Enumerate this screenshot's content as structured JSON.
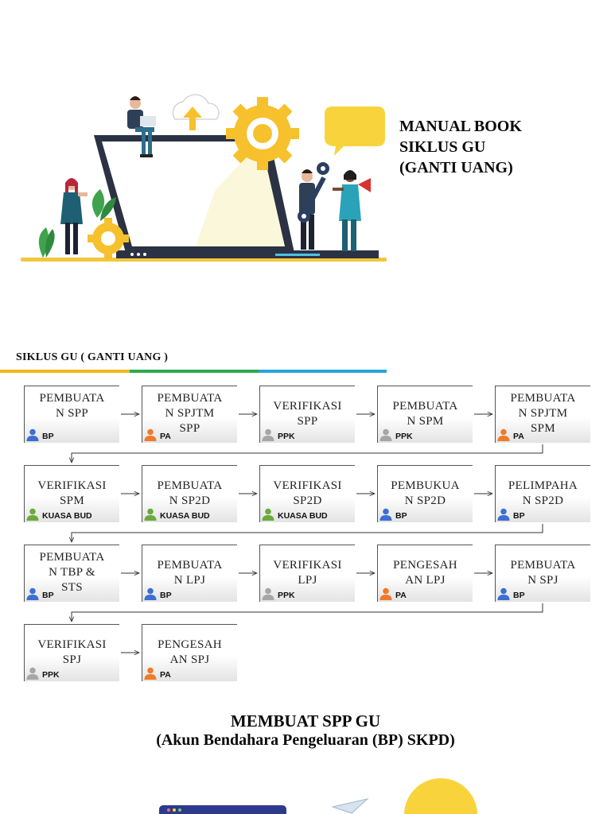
{
  "doc": {
    "title_lines": [
      "MANUAL BOOK",
      "SIKLUS GU",
      "(GANTI UANG)"
    ]
  },
  "section": {
    "title": "SIKLUS GU ( GANTI UANG )"
  },
  "steps": [
    {
      "label": "PEMBUATA\nN SPP",
      "role": "BP",
      "role_color": "#3d6fd1"
    },
    {
      "label": "PEMBUATA\nN SPJTM\nSPP",
      "role": "PA",
      "role_color": "#ee7b2c"
    },
    {
      "label": "VERIFIKASI\nSPP",
      "role": "PPK",
      "role_color": "#a6a6a6"
    },
    {
      "label": "PEMBUATA\nN SPM",
      "role": "PPK",
      "role_color": "#a6a6a6"
    },
    {
      "label": "PEMBUATA\nN SPJTM\nSPM",
      "role": "PA",
      "role_color": "#ee7b2c"
    },
    {
      "label": "VERIFIKASI\nSPM",
      "role": "KUASA BUD",
      "role_color": "#6aab3c"
    },
    {
      "label": "PEMBUATA\nN SP2D",
      "role": "KUASA BUD",
      "role_color": "#6aab3c"
    },
    {
      "label": "VERIFIKASI\nSP2D",
      "role": "KUASA BUD",
      "role_color": "#6aab3c"
    },
    {
      "label": "PEMBUKUA\nN SP2D",
      "role": "BP",
      "role_color": "#3d6fd1"
    },
    {
      "label": "PELIMPAHA\nN SP2D",
      "role": "BP",
      "role_color": "#3d6fd1"
    },
    {
      "label": "PEMBUATA\nN TBP &\nSTS",
      "role": "BP",
      "role_color": "#3d6fd1"
    },
    {
      "label": "PEMBUATA\nN LPJ",
      "role": "BP",
      "role_color": "#3d6fd1"
    },
    {
      "label": "VERIFIKASI\nLPJ",
      "role": "PPK",
      "role_color": "#a6a6a6"
    },
    {
      "label": "PENGESAH\nAN LPJ",
      "role": "PA",
      "role_color": "#ee7b2c"
    },
    {
      "label": "PEMBUATA\nN SPJ",
      "role": "BP",
      "role_color": "#3d6fd1"
    },
    {
      "label": "VERIFIKASI\nSPJ",
      "role": "PPK",
      "role_color": "#a6a6a6"
    },
    {
      "label": "PENGESAH\nAN SPJ",
      "role": "PA",
      "role_color": "#ee7b2c"
    }
  ],
  "spp_heading": {
    "line1": "MEMBUAT SPP GU",
    "line2": "(Akun Bendahara Pengeluaran (BP) SKPD)"
  },
  "colors": {
    "yellow": "#f9d33b",
    "dark_blue": "#2a3f62",
    "teal": "#1e5f74"
  }
}
